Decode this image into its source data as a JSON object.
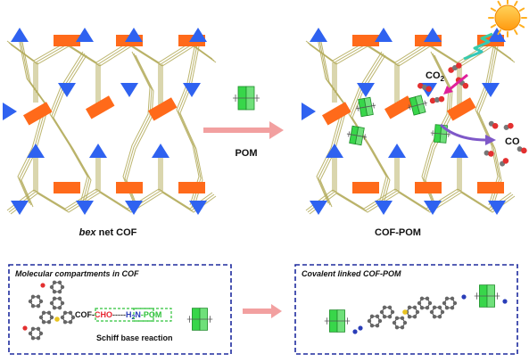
{
  "labels": {
    "left_net": {
      "italic": "bex",
      "rest": " net COF"
    },
    "right_net": "COF-POM",
    "arrow_label": "POM",
    "co2": {
      "main": "CO",
      "sub": "2"
    },
    "co": "CO"
  },
  "panels": {
    "left": {
      "title": "Molecular compartments in COF",
      "reaction": {
        "cof": "COF-",
        "cho": "CHO",
        "dots": "-----",
        "h": "H",
        "sub2": "2",
        "n": "N",
        "dash": "-",
        "pom": "POM"
      },
      "caption": "Schiff base reaction"
    },
    "right": {
      "title": "Covalent linked COF-POM"
    }
  },
  "colors": {
    "node_blue": "#2f62f0",
    "linker_orange": "#ff6a1a",
    "frame_olive": "#b5ad5e",
    "pom_green": "#38d64a",
    "panel_border": "#1e2b9e",
    "arrow_pink": "#f2a0a0",
    "cho_red": "#e8232f",
    "dashed_green": "#2fc23a",
    "h2n_blue": "#2a3db8",
    "sun": "#ffb020"
  }
}
